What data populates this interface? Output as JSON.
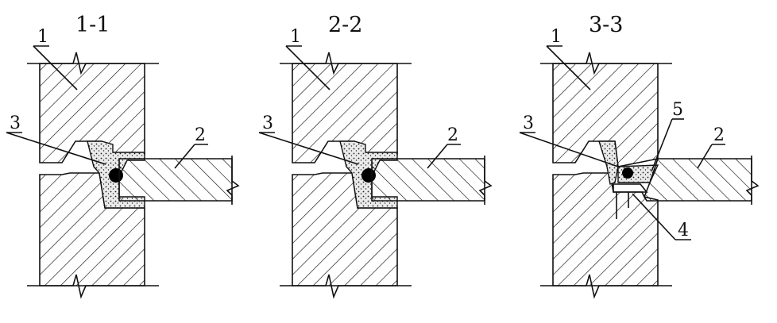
{
  "sections": [
    {
      "title": "1-1",
      "labels": {
        "wall": "1",
        "slab": "2",
        "grout": "3"
      }
    },
    {
      "title": "2-2",
      "labels": {
        "wall": "1",
        "slab": "2",
        "grout": "3"
      }
    },
    {
      "title": "3-3",
      "labels": {
        "wall": "1",
        "slab": "2",
        "grout": "3",
        "bracket": "4",
        "filler": "5"
      }
    }
  ]
}
